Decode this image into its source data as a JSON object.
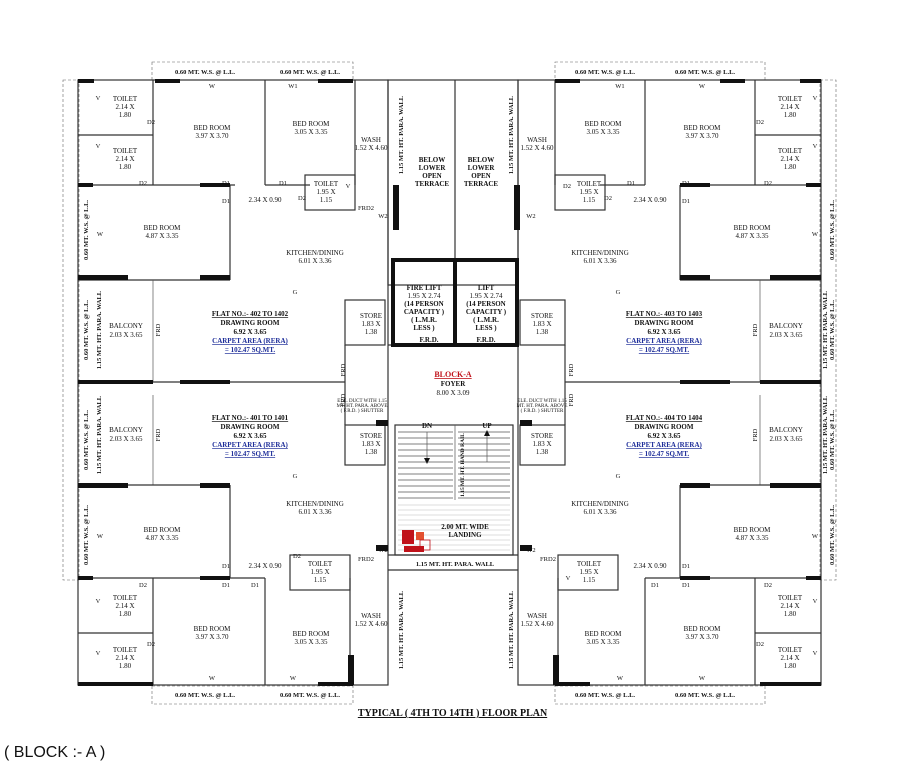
{
  "plan_title": "TYPICAL ( 4TH TO 14TH ) FLOOR PLAN",
  "block_label": "( BLOCK :- A )",
  "window_strip": "0.60 MT. W.S. @ L.L.",
  "para_wall": "1.15 MT. HT. PARA. WALL",
  "block_name": "BLOCK-A",
  "foyer": {
    "name": "FOYER",
    "dim": "8.00 X 3.09"
  },
  "open_terrace": [
    "BELOW",
    "LOWER",
    "OPEN",
    "TERRACE"
  ],
  "fire_lift": [
    "FIRE LIFT",
    "1.95 X 2.74",
    "(14 PERSON",
    "CAPACITY )",
    "( L.M.R.",
    "LESS )"
  ],
  "lift": [
    "LIFT",
    "1.95 X 2.74",
    "(14 PERSON",
    "CAPACITY )",
    "( L.M.R.",
    "LESS )"
  ],
  "frd": "F.R.D.",
  "landing": [
    "2.00 MT. WIDE",
    "LANDING"
  ],
  "stair": {
    "dn": "DN",
    "up": "UP",
    "hand_rail": "1.15 MT. HT. HAND RAIL"
  },
  "ele_duct": [
    "ELE. DUCT WITH 1.15",
    "MT. HT. PARA. ABOVE",
    "( F.R.D. ) SHUTTER"
  ],
  "rooms": {
    "toilet": "TOILET",
    "toilet_dim_a": "2.14 X",
    "toilet_dim_b": "1.80",
    "toilet_small_dim_a": "1.95 X",
    "toilet_small_dim_b": "1.15",
    "bed": "BED ROOM",
    "bed1_dim": "3.97 X 3.70",
    "bed2_dim": "3.05 X 3.35",
    "bed3_dim": "4.87 X 3.35",
    "wash": "WASH",
    "wash_dim": "1.52 X 4.60",
    "kitchen": "KITCHEN/DINING",
    "kitchen_dim": "6.01 X 3.36",
    "balcony": "BALCONY",
    "balcony_dim": "2.03 X 3.65",
    "drawing": "DRAWING ROOM",
    "drawing_dim": "6.92 X 3.65",
    "store": "STORE",
    "store_dim": "1.83 X",
    "store_dim_b": "1.38",
    "passage_dim": "2.34 X 0.90"
  },
  "flats": {
    "tl": "FLAT NO.:- 402 TO 1402",
    "tr": "FLAT NO.:- 403 TO 1403",
    "bl": "FLAT NO.:- 401 TO 1401",
    "br": "FLAT NO.:- 404 TO 1404",
    "carpet": "CARPET AREA (RERA)",
    "carpet_val": "= 102.47 SQ.MT."
  },
  "doors": {
    "d1": "D1",
    "d2": "D2",
    "w": "W",
    "w1": "W1",
    "w2": "W2",
    "frd": "FRD",
    "frd2": "FRD2",
    "g": "G",
    "v": "V"
  }
}
